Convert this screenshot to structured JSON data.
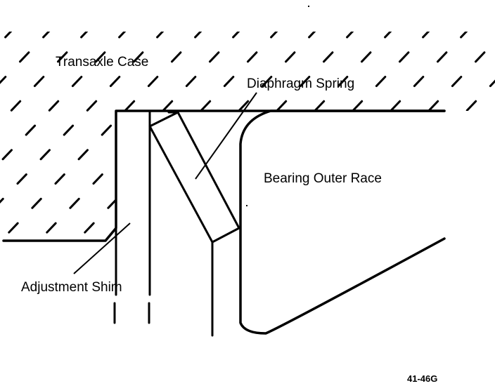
{
  "labels": {
    "transaxle_case": "Transaxle Case",
    "diaphragm_spring": "Diaphragm Spring",
    "bearing_outer_race": "Bearing Outer Race",
    "adjustment_shim": "Adjustment Shim",
    "figure_id": "41-46G"
  }
}
